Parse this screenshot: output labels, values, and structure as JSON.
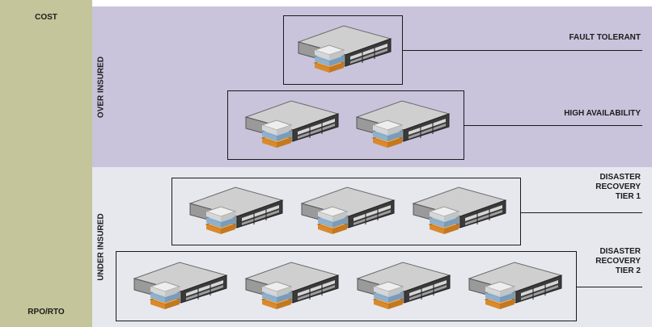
{
  "axis": {
    "top_label": "COST",
    "bottom_label": "RPO/RTO"
  },
  "zones": {
    "over": {
      "label": "OVER INSURED",
      "color": "#c9c4dc"
    },
    "under": {
      "label": "UNDER INSURED",
      "color": "#e6e8ee"
    }
  },
  "colors": {
    "side_bar": "#c4c59a",
    "disk_white": "#eeeeee",
    "disk_blue": "#a9c6de",
    "disk_orange": "#f3a64a",
    "server_top": "#cfcfcf",
    "server_front": "#3a3a3a"
  },
  "tiers": [
    {
      "line1": "FAULT TOLERANT",
      "line2": "",
      "line3": "",
      "server_count": 1
    },
    {
      "line1": "HIGH AVAILABILITY",
      "line2": "",
      "line3": "",
      "server_count": 2
    },
    {
      "line1": "DISASTER",
      "line2": "RECOVERY",
      "line3": "TIER 1",
      "server_count": 3
    },
    {
      "line1": "DISASTER",
      "line2": "RECOVERY",
      "line3": "TIER 2",
      "server_count": 4
    }
  ]
}
